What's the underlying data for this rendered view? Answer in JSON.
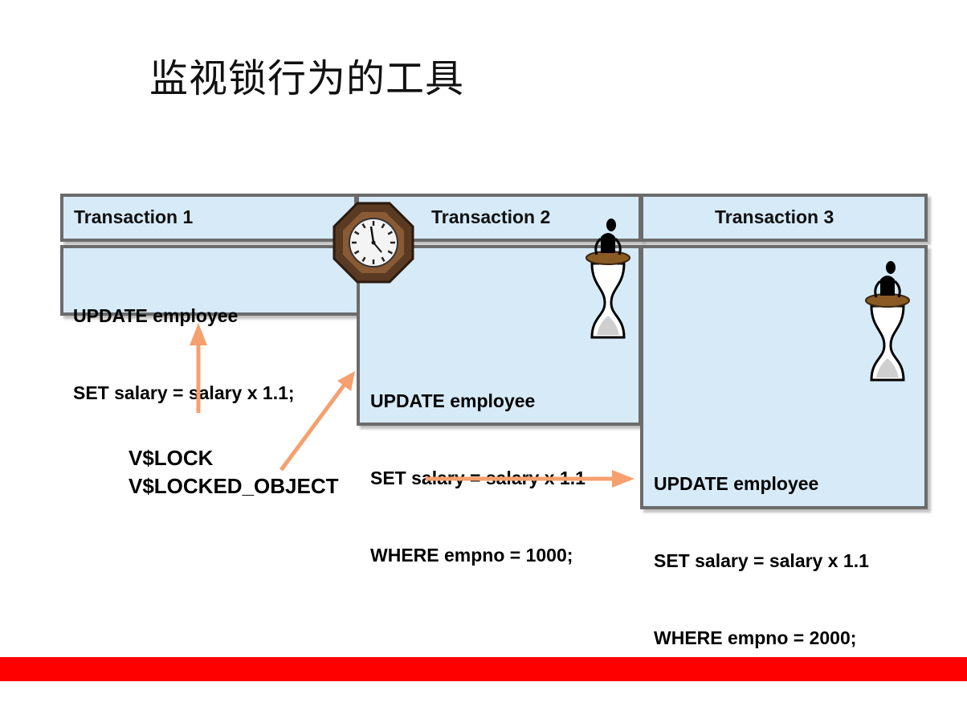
{
  "title": "监视锁行为的工具",
  "transactions": [
    {
      "header": "Transaction 1",
      "lines": [
        "UPDATE employee",
        "SET salary = salary x 1.1;"
      ]
    },
    {
      "header": "Transaction 2",
      "lines": [
        "UPDATE employee",
        "SET salary = salary x 1.1",
        "WHERE empno = 1000;"
      ]
    },
    {
      "header": "Transaction 3",
      "lines": [
        "UPDATE employee",
        "SET salary = salary x 1.1",
        "WHERE empno = 2000;"
      ]
    }
  ],
  "views": [
    "V$LOCK",
    "V$LOCKED_OBJECT"
  ],
  "icons": [
    "clock-icon",
    "hourglass-person-icon"
  ],
  "colors": {
    "box_fill": "#d6eaf8",
    "box_border": "#6b6b6b",
    "arrow": "#f5a06e",
    "bar": "#ff0000"
  }
}
